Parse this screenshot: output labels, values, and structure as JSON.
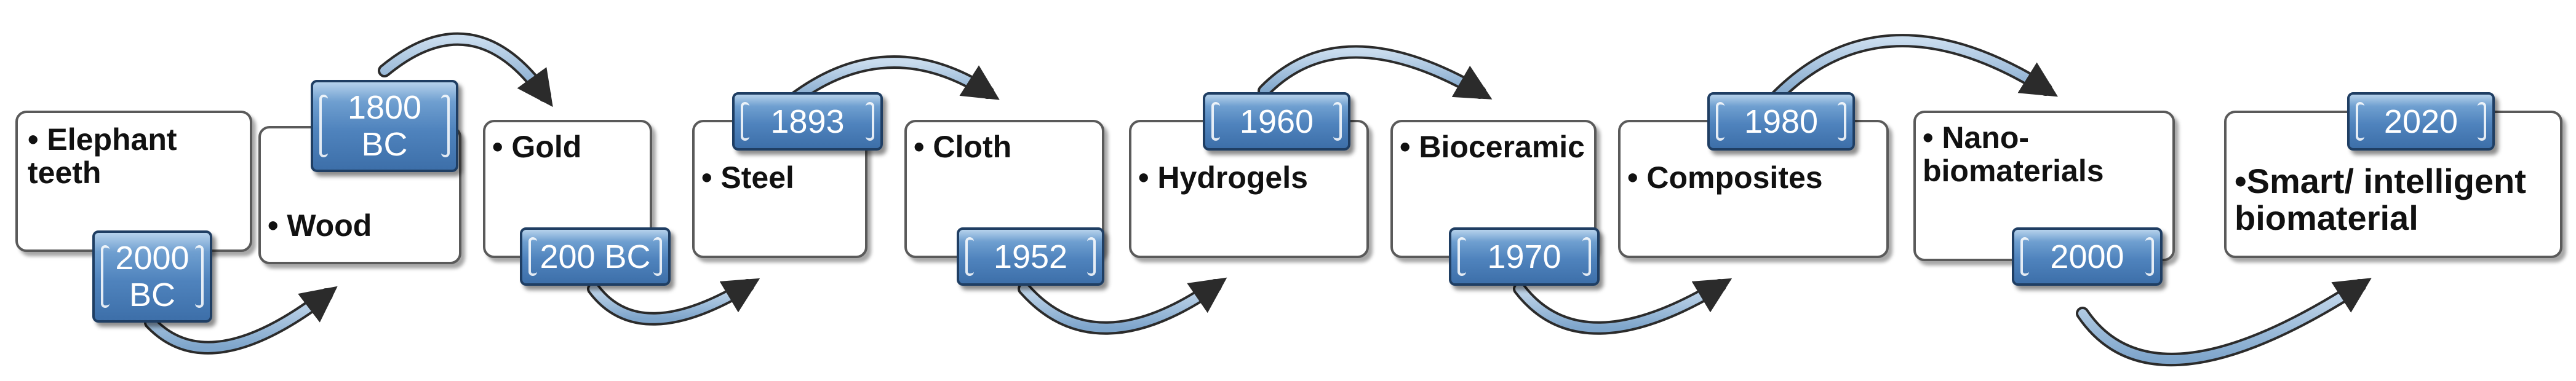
{
  "materials": [
    {
      "label": "• Elephant\nteeth"
    },
    {
      "label": "• Wood"
    },
    {
      "label": "• Gold"
    },
    {
      "label": "• Steel"
    },
    {
      "label": "• Cloth"
    },
    {
      "label": "• Hydrogels"
    },
    {
      "label": "• Bioceramic"
    },
    {
      "label": "• Composites"
    },
    {
      "label": "• Nano-\nbiomaterials"
    },
    {
      "label": "•Smart/ intelligent\nbiomaterial"
    }
  ],
  "years": [
    {
      "label": "2000\nBC"
    },
    {
      "label": "1800\nBC"
    },
    {
      "label": "200 BC"
    },
    {
      "label": "1893"
    },
    {
      "label": "1952"
    },
    {
      "label": "1960"
    },
    {
      "label": "1970"
    },
    {
      "label": "1980"
    },
    {
      "label": "2000"
    },
    {
      "label": "2020"
    }
  ],
  "colors": {
    "badge": "#4f83bd",
    "badge_border": "#1f3e63",
    "box_border": "#5a5a5a"
  }
}
